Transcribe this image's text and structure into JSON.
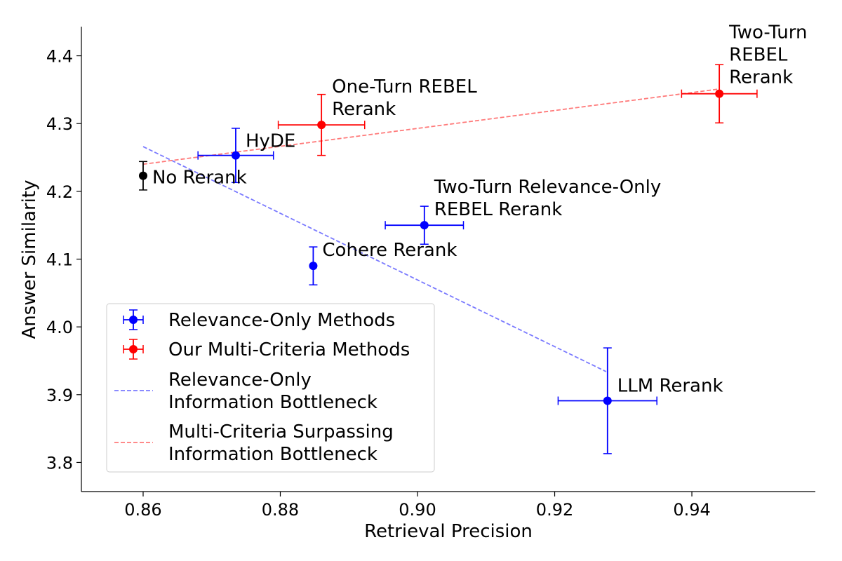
{
  "chart_data": {
    "type": "scatter",
    "xlabel": "Retrieval Precision",
    "ylabel": "Answer Similarity",
    "xlim": [
      0.851,
      0.958
    ],
    "ylim": [
      3.757,
      4.443
    ],
    "xticks": [
      "0.86",
      "0.88",
      "0.90",
      "0.92",
      "0.94"
    ],
    "yticks": [
      "3.8",
      "3.9",
      "4.0",
      "4.1",
      "4.2",
      "4.3",
      "4.4"
    ],
    "grid": false,
    "legend_position": "lower-left",
    "colors": {
      "relevance": "#0000ff",
      "multi": "#ff0000",
      "baseline": "#000000",
      "relevance_line": "#7a7aff",
      "multi_line": "#ff7a7a"
    },
    "series": [
      {
        "name": "Relevance-Only Methods",
        "points": [
          {
            "label": "HyDE",
            "x": 0.8735,
            "y": 4.253,
            "xerr": 0.0055,
            "yerr": 0.04
          },
          {
            "label": "Two-Turn Relevance-Only\nREBEL Rerank",
            "x": 0.901,
            "y": 4.15,
            "xerr": 0.0057,
            "yerr": 0.028
          },
          {
            "label": "Cohere Rerank",
            "x": 0.8848,
            "y": 4.09,
            "xerr": 0,
            "yerr": 0.028
          },
          {
            "label": "LLM Rerank",
            "x": 0.9277,
            "y": 3.891,
            "xerr": 0.0072,
            "yerr": 0.078
          }
        ]
      },
      {
        "name": "Our Multi-Criteria Methods",
        "points": [
          {
            "label": "One-Turn REBEL\nRerank",
            "x": 0.886,
            "y": 4.298,
            "xerr": 0.0063,
            "yerr": 0.045
          },
          {
            "label": "Two-Turn\nREBEL\nRerank",
            "x": 0.944,
            "y": 4.344,
            "xerr": 0.0055,
            "yerr": 0.043
          }
        ]
      }
    ],
    "baseline": {
      "label": "No Rerank",
      "x": 0.86,
      "y": 4.223,
      "xerr": 0,
      "yerr": 0.021
    },
    "trend_lines": [
      {
        "name": "Relevance-Only\nInformation Bottleneck",
        "x": [
          0.86,
          0.9275
        ],
        "y": [
          4.266,
          3.934
        ]
      },
      {
        "name": "Multi-Criteria Surpassing\nInformation Bottleneck",
        "x": [
          0.86,
          0.944
        ],
        "y": [
          4.24,
          4.351
        ]
      }
    ]
  }
}
